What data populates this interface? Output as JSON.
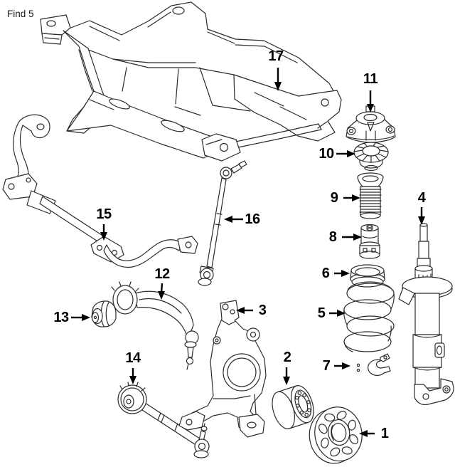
{
  "page": {
    "find_label": "Find 5",
    "background": "#ffffff",
    "line_color": "#2b2b2b",
    "label_color": "#000000"
  },
  "diagram": {
    "kind": "exploded-parts-line-drawing",
    "depicts": "front suspension components",
    "callout_count": 17
  },
  "callouts": [
    {
      "label": "1",
      "part": "wheel-hub"
    },
    {
      "label": "2",
      "part": "wheel-bearing"
    },
    {
      "label": "3",
      "part": "steering-knuckle"
    },
    {
      "label": "4",
      "part": "strut"
    },
    {
      "label": "5",
      "part": "coil-spring"
    },
    {
      "label": "6",
      "part": "spring-pad"
    },
    {
      "label": "7",
      "part": "spring-retainer-clip"
    },
    {
      "label": "8",
      "part": "bump-stop"
    },
    {
      "label": "9",
      "part": "dust-boot"
    },
    {
      "label": "10",
      "part": "spring-seat-bearing"
    },
    {
      "label": "11",
      "part": "strut-mount"
    },
    {
      "label": "12",
      "part": "upper-control-arm"
    },
    {
      "label": "13",
      "part": "control-arm-bushing"
    },
    {
      "label": "14",
      "part": "lower-control-arm"
    },
    {
      "label": "15",
      "part": "stabilizer-bar"
    },
    {
      "label": "16",
      "part": "stabilizer-link"
    },
    {
      "label": "17",
      "part": "subframe-crossmember"
    }
  ]
}
